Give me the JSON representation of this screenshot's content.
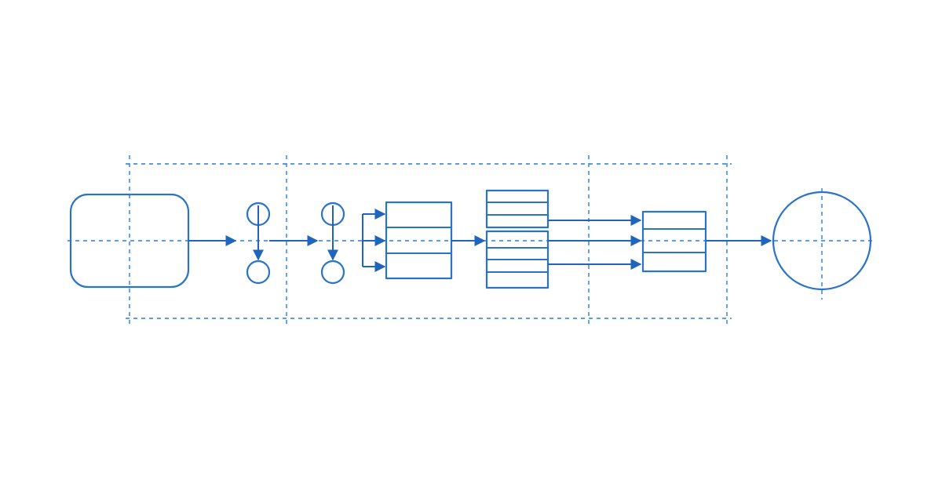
{
  "diagram": {
    "colors": {
      "stroke": "#2a73c7",
      "dashed": "#2f7bd0",
      "arrow": "#1f64bd",
      "background": "#ffffff"
    },
    "nodes": [
      {
        "id": "input-source",
        "shape": "rounded-rectangle"
      },
      {
        "id": "node-pair-1",
        "shape": "circle-pair"
      },
      {
        "id": "node-pair-2",
        "shape": "circle-pair"
      },
      {
        "id": "stack-fanout",
        "shape": "table",
        "rows": 3
      },
      {
        "id": "stack-upper",
        "shape": "table",
        "rows": 3
      },
      {
        "id": "stack-lower",
        "shape": "table",
        "rows": 4
      },
      {
        "id": "stack-merge",
        "shape": "table",
        "rows": 3
      },
      {
        "id": "output-sink",
        "shape": "circle"
      }
    ],
    "edges": [
      {
        "from": "input-source",
        "to": "node-pair-1"
      },
      {
        "from": "node-pair-1",
        "to": "node-pair-2"
      },
      {
        "from": "node-pair-2",
        "to": "stack-fanout",
        "fan_out": 3
      },
      {
        "from": "stack-fanout",
        "to": "stack-lower"
      },
      {
        "from": "stack-upper",
        "to": "stack-merge"
      },
      {
        "from": "stack-lower",
        "to": "stack-merge",
        "count": 2
      },
      {
        "from": "stack-merge",
        "to": "output-sink"
      }
    ],
    "regions": [
      {
        "id": "stage-1"
      },
      {
        "id": "stage-2"
      },
      {
        "id": "stage-3"
      }
    ]
  }
}
